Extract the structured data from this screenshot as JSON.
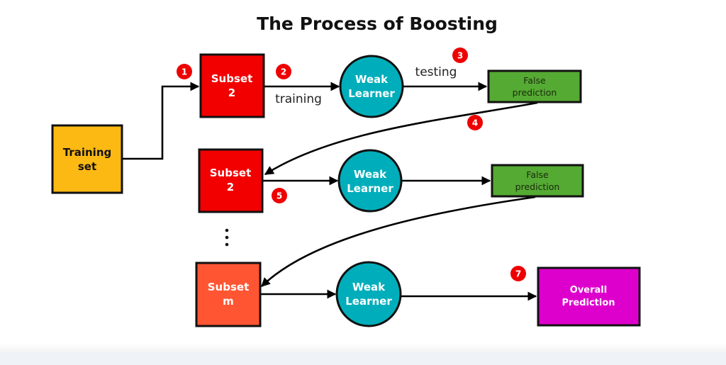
{
  "title": "The Process of Boosting",
  "colors": {
    "training_set": "#FDB913",
    "subset": "#F20000",
    "subset_m": "#FF5533",
    "weak_learner": "#00AEBB",
    "false_prediction": "#55AA33",
    "overall_prediction": "#DD00CC",
    "badge": "#EE0000"
  },
  "nodes": {
    "training_set": {
      "line1": "Training",
      "line2": "set"
    },
    "subset_1": {
      "line1": "Subset",
      "line2": "2"
    },
    "subset_2": {
      "line1": "Subset",
      "line2": "2"
    },
    "subset_m": {
      "line1": "Subset",
      "line2": "m"
    },
    "weak_learner_1": {
      "line1": "Weak",
      "line2": "Learner"
    },
    "weak_learner_2": {
      "line1": "Weak",
      "line2": "Learner"
    },
    "weak_learner_3": {
      "line1": "Weak",
      "line2": "Learner"
    },
    "false_prediction_1": {
      "line1": "False",
      "line2": "prediction"
    },
    "false_prediction_2": {
      "line1": "False",
      "line2": "prediction"
    },
    "overall_prediction": {
      "line1": "Overall",
      "line2": "Prediction"
    }
  },
  "edge_labels": {
    "training": "training",
    "testing": "testing"
  },
  "badges": [
    "1",
    "2",
    "3",
    "4",
    "5",
    "7"
  ],
  "ellipsis": "⋮"
}
